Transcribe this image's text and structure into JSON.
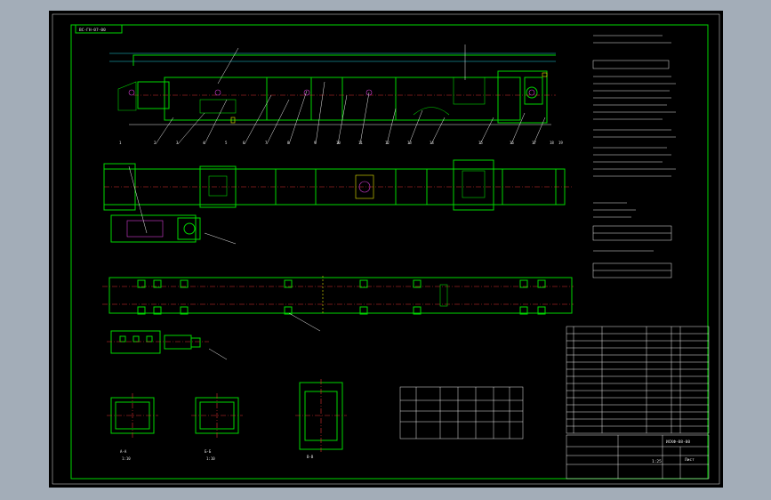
{
  "drawing": {
    "tag": "ВС-ГН-07-00",
    "drawing_number": "ИСКФ-08-00",
    "scale": "1:25",
    "sheet": "Лист"
  },
  "views": {
    "section_a_label": "А-А",
    "section_b_label": "Б-Б",
    "section_v_label": "В-В",
    "section_a_scale": "1:10",
    "section_b_scale": "1:10"
  },
  "callouts": [
    "1",
    "2",
    "3",
    "4",
    "5",
    "6",
    "7",
    "8",
    "9",
    "10",
    "11",
    "12",
    "13",
    "14",
    "15",
    "16",
    "17",
    "18",
    "19"
  ],
  "icons": {
    "drive": "motor-reducer-icon",
    "coupling": "coupling-icon"
  }
}
